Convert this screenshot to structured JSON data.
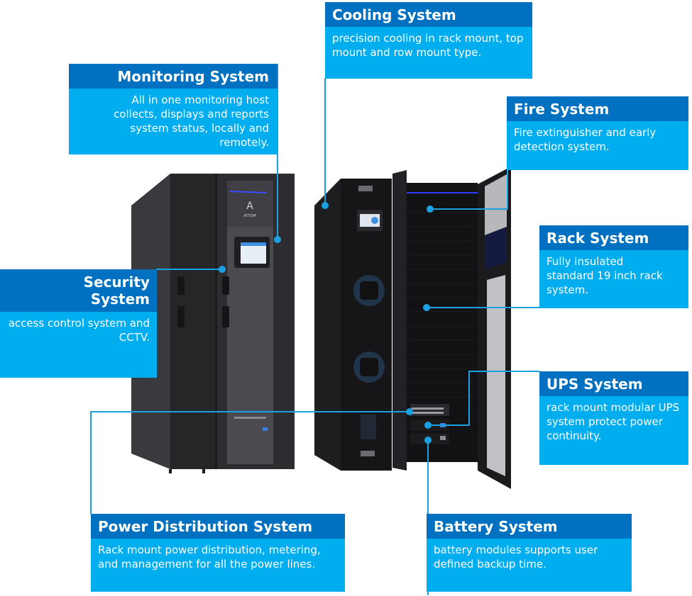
{
  "colors": {
    "header": "#0070c0",
    "body": "#00aeef",
    "line": "#1ba1e2",
    "cabinet": "#2b2b2e"
  },
  "cabinet_logo": "ATTOM",
  "callouts": {
    "cooling": {
      "title": "Cooling System",
      "text": "precision cooling in rack mount, top mount and row mount type."
    },
    "monitoring": {
      "title": "Monitoring System",
      "text": "All in one monitoring host collects, displays and reports system status, locally and remotely."
    },
    "fire": {
      "title": "Fire System",
      "text": "Fire extinguisher and early detection system."
    },
    "security": {
      "title": "Security System",
      "text": "access control system and CCTV."
    },
    "rack": {
      "title": "Rack System",
      "text": "Fully insulated standard 19 inch rack system."
    },
    "ups": {
      "title": "UPS System",
      "text": "rack mount modular UPS system protect power continuity."
    },
    "power": {
      "title": "Power Distribution System",
      "text": "Rack mount power distribution, metering, and management for all the power lines."
    },
    "battery": {
      "title": "Battery System",
      "text": "battery modules supports user defined backup time."
    }
  }
}
